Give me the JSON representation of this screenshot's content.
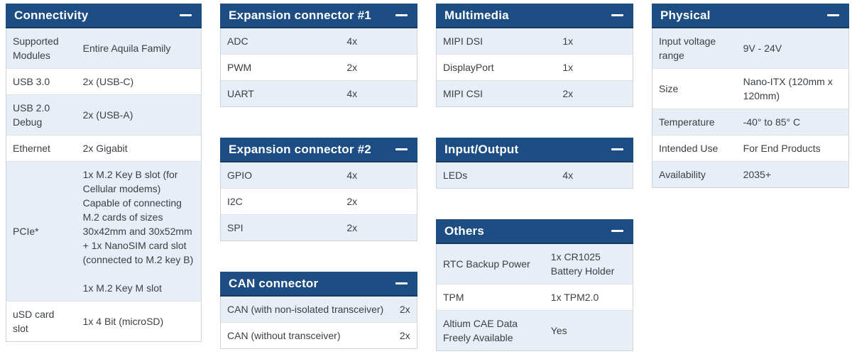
{
  "colors": {
    "header_bg": "#1d4e83",
    "header_edge": "#17395f",
    "header_text": "#ffffff",
    "row_alt_bg": "#e7eef6",
    "border": "#ccd3da",
    "text": "#3b4045"
  },
  "icons": {
    "collapse": "minus-icon"
  },
  "tables": {
    "connectivity": {
      "title": "Connectivity",
      "rows": [
        {
          "label": "Supported Modules",
          "value": "Entire Aquila Family"
        },
        {
          "label": "USB 3.0",
          "value": "2x (USB-C)"
        },
        {
          "label": "USB 2.0 Debug",
          "value": "2x (USB-A)"
        },
        {
          "label": "Ethernet",
          "value": "2x Gigabit"
        },
        {
          "label": "PCIe*",
          "value": "1x M.2 Key B slot (for Cellular modems)\nCapable of connecting M.2 cards of sizes 30x42mm and 30x52mm\n+ 1x NanoSIM card slot (connected to M.2 key B)\n\n1x M.2 Key M slot"
        },
        {
          "label": "uSD card slot",
          "value": "1x 4 Bit (microSD)"
        }
      ]
    },
    "expansion1": {
      "title": "Expansion connector #1",
      "rows": [
        {
          "label": "ADC",
          "value": "4x"
        },
        {
          "label": "PWM",
          "value": "2x"
        },
        {
          "label": "UART",
          "value": "4x"
        }
      ]
    },
    "expansion2": {
      "title": "Expansion connector #2",
      "rows": [
        {
          "label": "GPIO",
          "value": "4x"
        },
        {
          "label": "I2C",
          "value": "2x"
        },
        {
          "label": "SPI",
          "value": "2x"
        }
      ]
    },
    "can": {
      "title": "CAN connector",
      "rows": [
        {
          "label": "CAN (with non-isolated transceiver)",
          "value": "2x"
        },
        {
          "label": "CAN (without transceiver)",
          "value": "2x"
        }
      ]
    },
    "multimedia": {
      "title": "Multimedia",
      "rows": [
        {
          "label": "MIPI DSI",
          "value": "1x"
        },
        {
          "label": "DisplayPort",
          "value": "1x"
        },
        {
          "label": "MIPI CSI",
          "value": "2x"
        }
      ]
    },
    "io": {
      "title": "Input/Output",
      "rows": [
        {
          "label": "LEDs",
          "value": "4x"
        }
      ]
    },
    "others": {
      "title": "Others",
      "rows": [
        {
          "label": "RTC Backup Power",
          "value": "1x CR1025 Battery Holder"
        },
        {
          "label": "TPM",
          "value": "1x TPM2.0"
        },
        {
          "label": "Altium CAE Data Freely Available",
          "value": "Yes"
        }
      ]
    },
    "physical": {
      "title": "Physical",
      "rows": [
        {
          "label": "Input voltage range",
          "value": "9V - 24V"
        },
        {
          "label": "Size",
          "value": "Nano-ITX (120mm x 120mm)"
        },
        {
          "label": "Temperature",
          "value": "-40° to 85° C"
        },
        {
          "label": "Intended Use",
          "value": "For End Products"
        },
        {
          "label": "Availability",
          "value": "2035+"
        }
      ]
    }
  }
}
